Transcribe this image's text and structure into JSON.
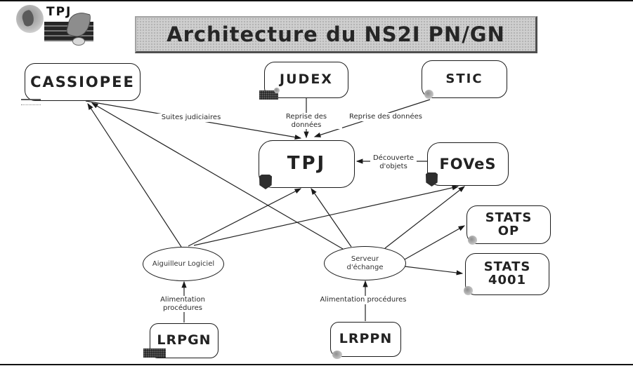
{
  "header": {
    "logo_text": "TPJ",
    "title": "Architecture du NS2I PN/GN"
  },
  "nodes": {
    "cassiopee": "CASSIOPEE",
    "judex": "JUDEX",
    "stic": "STIC",
    "tpj": "TPJ",
    "foves": "FOVeS",
    "stats_op": "STATS OP",
    "stats_4001": "STATS 4001",
    "lrpgn": "LRPGN",
    "lrppn": "LRPPN"
  },
  "hubs": {
    "aiguilleur": "Aiguilleur Logiciel",
    "serveur": "Serveur d'échange"
  },
  "edges": [
    {
      "from": "CASSIOPEE",
      "to": "TPJ",
      "label": "Suites judiciaires"
    },
    {
      "from": "JUDEX",
      "to": "TPJ",
      "label": "Reprise des données"
    },
    {
      "from": "STIC",
      "to": "TPJ",
      "label": "Reprise des données"
    },
    {
      "from": "FOVeS",
      "to": "TPJ",
      "label": "Découverte d'objets"
    },
    {
      "from": "LRPGN",
      "to": "Aiguilleur Logiciel",
      "label": "Alimentation procédures"
    },
    {
      "from": "LRPPN",
      "to": "Serveur d'échange",
      "label": "Alimentation procédures"
    },
    {
      "from": "Aiguilleur Logiciel",
      "to": "CASSIOPEE",
      "label": ""
    },
    {
      "from": "Serveur d'échange",
      "to": "CASSIOPEE",
      "label": ""
    },
    {
      "from": "Aiguilleur Logiciel",
      "to": "TPJ",
      "label": ""
    },
    {
      "from": "Serveur d'échange",
      "to": "TPJ",
      "label": ""
    },
    {
      "from": "Aiguilleur Logiciel",
      "to": "FOVeS",
      "label": ""
    },
    {
      "from": "Serveur d'échange",
      "to": "FOVeS",
      "label": ""
    },
    {
      "from": "Serveur d'échange",
      "to": "STATS OP",
      "label": ""
    },
    {
      "from": "Serveur d'échange",
      "to": "STATS 4001",
      "label": ""
    }
  ],
  "colors": {
    "line": "#222222",
    "banner_bg": "#cfcfcf",
    "banner_border": "#4f4f4f",
    "node_border": "#1a1a1a"
  }
}
